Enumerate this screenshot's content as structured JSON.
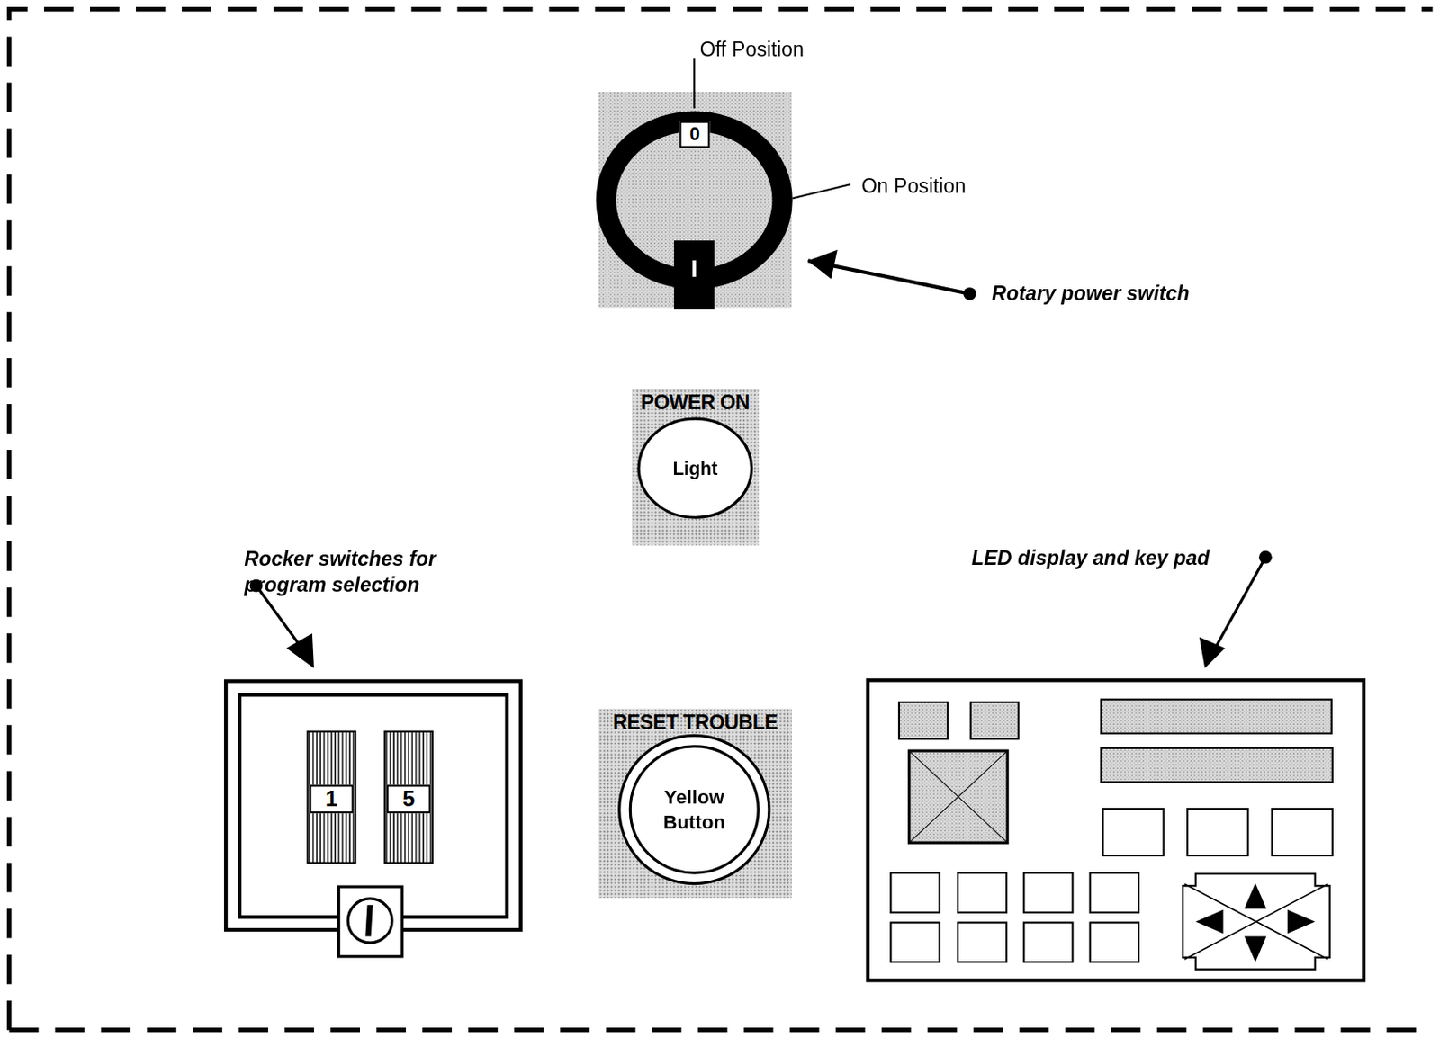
{
  "diagram": {
    "nodes": [
      {
        "text": [
          "0"
        ]
      },
      {
        "text": [
          "POWER ON"
        ]
      },
      {
        "text": [
          "Light"
        ],
        "in": 1
      },
      {
        "text": [
          "RESET TROUBLE"
        ]
      },
      {
        "text": [
          "Yellow Button"
        ],
        "in": 3
      },
      {
        "text": [
          "1"
        ]
      },
      {
        "text": [
          "5"
        ]
      }
    ],
    "labels": [
      "Off Position",
      "On Position",
      "I",
      "Rotary power switch",
      "Rocker switches for program selection",
      "LED display and key pad"
    ]
  }
}
